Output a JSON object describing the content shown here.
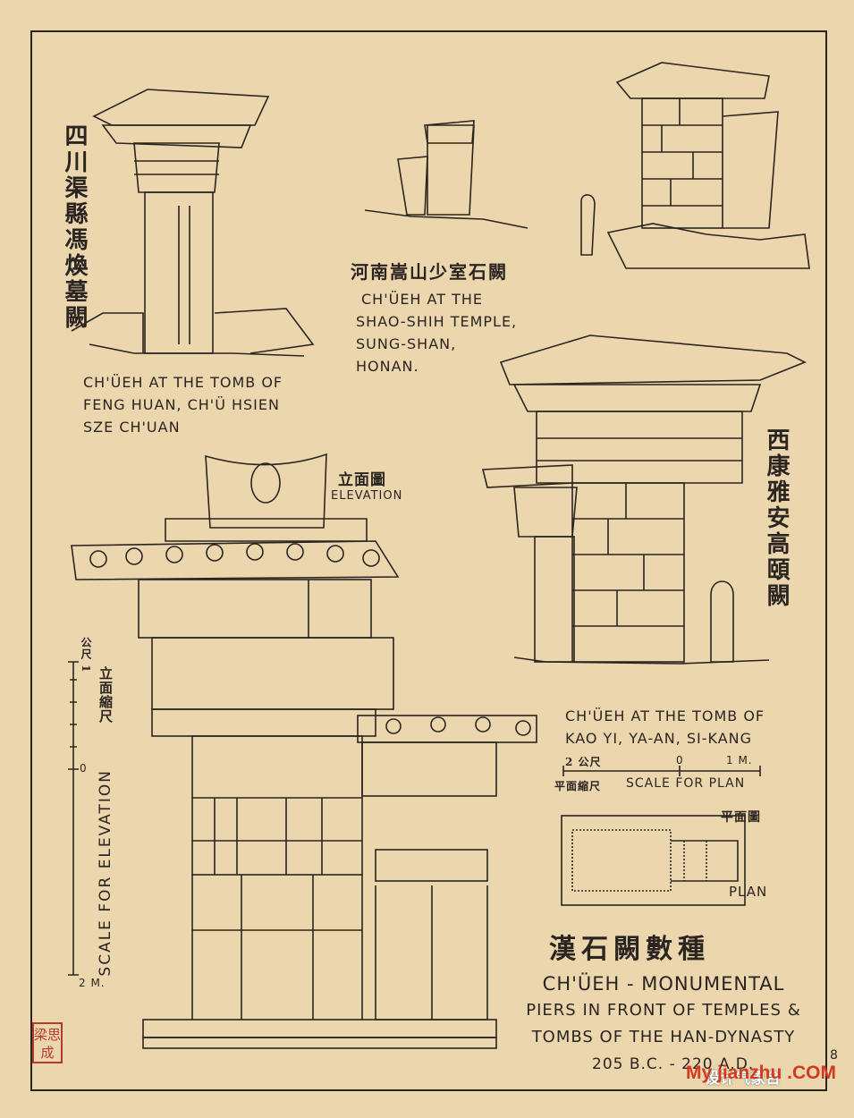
{
  "feng_huan": {
    "label_cn": "四川渠縣馮煥墓闕",
    "caption_lines": [
      "CH'ÜEH AT THE TOMB OF",
      "FENG HUAN, CH'Ü HSIEN",
      "SZE CH'UAN"
    ]
  },
  "shao_shih": {
    "label_cn": "河南嵩山少室石闕",
    "caption_lines": [
      "CH'ÜEH AT THE",
      "SHAO-SHIH TEMPLE,",
      "SUNG-SHAN,",
      "HONAN."
    ]
  },
  "kao_yi": {
    "label_cn": "西康雅安高頤闕",
    "caption_lines": [
      "CH'ÜEH AT THE TOMB OF",
      "KAO YI, YA-AN, SI-KANG"
    ]
  },
  "elevation": {
    "label_cn": "立面圖",
    "label_en": "ELEVATION",
    "scale_cn": "立面縮尺",
    "scale_en": "SCALE FOR ELEVATION",
    "scale_top": "公尺 1",
    "scale_mid": "0",
    "scale_bottom": "2 M."
  },
  "plan": {
    "label_cn": "平面圖",
    "label_en": "PLAN",
    "scale_left": "2 公尺",
    "scale_mid": "0",
    "scale_right": "1 M.",
    "scale_cn": "平面縮尺",
    "scale_en": "SCALE FOR PLAN"
  },
  "title": {
    "cn": "漢石闕數種",
    "en_lines": [
      "CH'ÜEH - MONUMENTAL",
      "PIERS IN FRONT OF TEMPLES &",
      "TOMBS OF THE HAN-DYNASTY"
    ],
    "dates": "205 B.C. - 220 A.D."
  },
  "page_number": "8",
  "seal_text": "梁思成",
  "watermark": {
    "cn": "设计气象台",
    "en": "My jianzhu .COM"
  },
  "colors": {
    "paper": "#ecd6ad",
    "ink": "#2a2520",
    "seal_red": "#b33a2e",
    "watermark_red": "#d43a1f"
  }
}
